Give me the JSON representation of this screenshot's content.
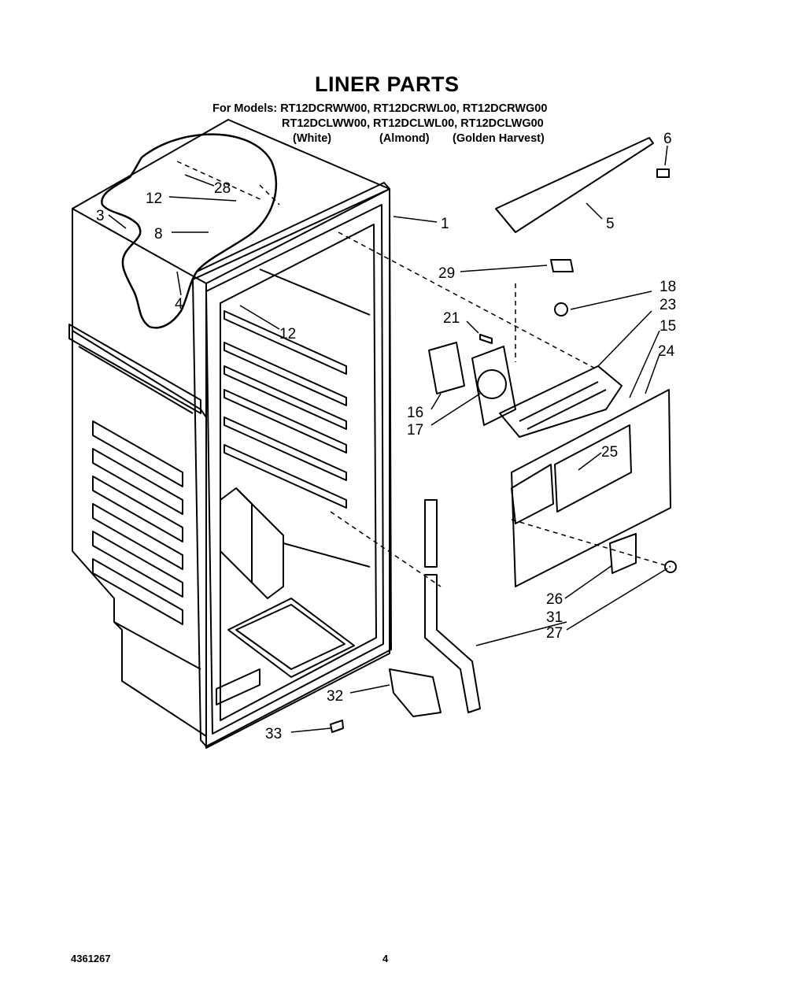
{
  "title": "LINER PARTS",
  "models_line1": "For Models: RT12DCRWW00, RT12DCRWL00, RT12DCRWG00",
  "models_line2": "RT12DCLWW00, RT12DCLWL00, RT12DCLWG00",
  "color_white": "(White)",
  "color_almond": "(Almond)",
  "color_golden": "(Golden Harvest)",
  "footer_code": "4361267",
  "footer_page": "4",
  "callouts": {
    "c1": "1",
    "c3": "3",
    "c4": "4",
    "c5": "5",
    "c6": "6",
    "c8": "8",
    "c12a": "12",
    "c12b": "12",
    "c15": "15",
    "c16": "16",
    "c17": "17",
    "c18": "18",
    "c21": "21",
    "c23": "23",
    "c24": "24",
    "c25": "25",
    "c26": "26",
    "c27": "27",
    "c28": "28",
    "c29": "29",
    "c31": "31",
    "c32": "32",
    "c33": "33"
  }
}
